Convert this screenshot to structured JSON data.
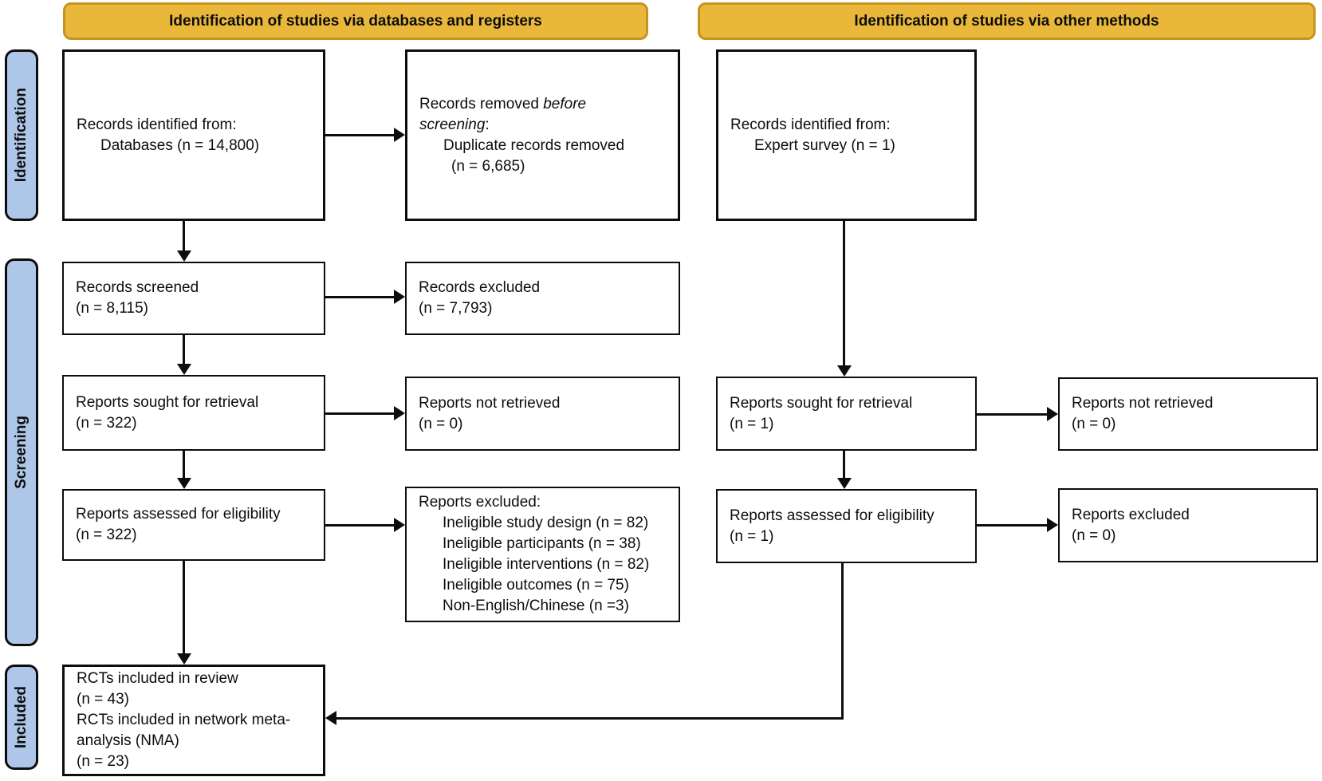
{
  "header_row": {
    "databases_registers": "Identification of studies via databases and registers",
    "other_methods": "Identification of studies via other methods"
  },
  "sidebar": {
    "identification": "Identification",
    "screening": "Screening",
    "included": "Included"
  },
  "colors": {
    "header_fill": "#E9B83B",
    "header_border": "#C49420",
    "sidebar_fill": "#AEC6E8",
    "box_border": "#0d0d0d",
    "background": "#FFFFFF"
  },
  "nodes": {
    "records-identified-databases": {
      "lines": [
        {
          "ind": 0,
          "seg": [
            {
              "t": "Records identified from:"
            }
          ]
        },
        {
          "ind": 30,
          "seg": [
            {
              "t": "Databases (n = 14,800)"
            }
          ]
        }
      ]
    },
    "records-removed": {
      "lines": [
        {
          "ind": 0,
          "seg": [
            {
              "t": "Records removed "
            },
            {
              "t": "before",
              "i": true
            }
          ]
        },
        {
          "ind": 0,
          "seg": [
            {
              "t": "screening",
              "i": true
            },
            {
              "t": ":"
            }
          ]
        },
        {
          "ind": 30,
          "seg": [
            {
              "t": "Duplicate records removed"
            }
          ]
        },
        {
          "ind": 40,
          "seg": [
            {
              "t": "(n = 6,685)"
            }
          ]
        }
      ]
    },
    "records-identified-survey": {
      "lines": [
        {
          "ind": 0,
          "seg": [
            {
              "t": "Records identified from:"
            }
          ]
        },
        {
          "ind": 30,
          "seg": [
            {
              "t": "Expert survey (n = 1)"
            }
          ]
        }
      ]
    },
    "records-screened": {
      "lines": [
        {
          "ind": 0,
          "seg": [
            {
              "t": "Records screened"
            }
          ]
        },
        {
          "ind": 0,
          "seg": [
            {
              "t": "(n = 8,115)"
            }
          ]
        }
      ]
    },
    "records-excluded": {
      "lines": [
        {
          "ind": 0,
          "seg": [
            {
              "t": "Records excluded"
            }
          ]
        },
        {
          "ind": 0,
          "seg": [
            {
              "t": "(n = 7,793)"
            }
          ]
        }
      ]
    },
    "reports-sought-left": {
      "lines": [
        {
          "ind": 0,
          "seg": [
            {
              "t": "Reports sought for retrieval"
            }
          ]
        },
        {
          "ind": 0,
          "seg": [
            {
              "t": "(n = 322)"
            }
          ]
        }
      ]
    },
    "reports-not-retrieved-left": {
      "lines": [
        {
          "ind": 0,
          "seg": [
            {
              "t": "Reports not retrieved"
            }
          ]
        },
        {
          "ind": 0,
          "seg": [
            {
              "t": "(n = 0)"
            }
          ]
        }
      ]
    },
    "reports-sought-right": {
      "lines": [
        {
          "ind": 0,
          "seg": [
            {
              "t": "Reports sought for retrieval"
            }
          ]
        },
        {
          "ind": 0,
          "seg": [
            {
              "t": "(n = 1)"
            }
          ]
        }
      ]
    },
    "reports-not-retrieved-right": {
      "lines": [
        {
          "ind": 0,
          "seg": [
            {
              "t": "Reports not retrieved"
            }
          ]
        },
        {
          "ind": 0,
          "seg": [
            {
              "t": "(n = 0)"
            }
          ]
        }
      ]
    },
    "reports-assessed-left": {
      "lines": [
        {
          "ind": 0,
          "seg": [
            {
              "t": "Reports assessed for eligibility"
            }
          ]
        },
        {
          "ind": 0,
          "seg": [
            {
              "t": "(n = 322)"
            }
          ]
        }
      ]
    },
    "reports-excluded-list": {
      "lines": [
        {
          "ind": 0,
          "seg": [
            {
              "t": "Reports excluded:"
            }
          ]
        },
        {
          "ind": 30,
          "seg": [
            {
              "t": "Ineligible study design (n = 82)"
            }
          ]
        },
        {
          "ind": 30,
          "seg": [
            {
              "t": "Ineligible participants (n = 38)"
            }
          ]
        },
        {
          "ind": 30,
          "seg": [
            {
              "t": "Ineligible interventions (n = 82)"
            }
          ]
        },
        {
          "ind": 30,
          "seg": [
            {
              "t": "Ineligible outcomes (n = 75)"
            }
          ]
        },
        {
          "ind": 30,
          "seg": [
            {
              "t": "Non-English/Chinese (n =3)"
            }
          ]
        }
      ]
    },
    "reports-assessed-right": {
      "lines": [
        {
          "ind": 0,
          "seg": [
            {
              "t": "Reports assessed for eligibility"
            }
          ]
        },
        {
          "ind": 0,
          "seg": [
            {
              "t": "(n = 1)"
            }
          ]
        }
      ]
    },
    "reports-excluded-right": {
      "lines": [
        {
          "ind": 0,
          "seg": [
            {
              "t": "Reports excluded"
            }
          ]
        },
        {
          "ind": 0,
          "seg": [
            {
              "t": "(n = 0)"
            }
          ]
        }
      ]
    },
    "included": {
      "lines": [
        {
          "ind": 0,
          "seg": [
            {
              "t": "RCTs included in review"
            }
          ]
        },
        {
          "ind": 0,
          "seg": [
            {
              "t": "(n = 43)"
            }
          ]
        },
        {
          "ind": 0,
          "seg": [
            {
              "t": "RCTs included in network meta-"
            }
          ]
        },
        {
          "ind": 0,
          "seg": [
            {
              "t": "analysis (NMA)"
            }
          ]
        },
        {
          "ind": 0,
          "seg": [
            {
              "t": "(n = 23)"
            }
          ]
        }
      ]
    }
  }
}
